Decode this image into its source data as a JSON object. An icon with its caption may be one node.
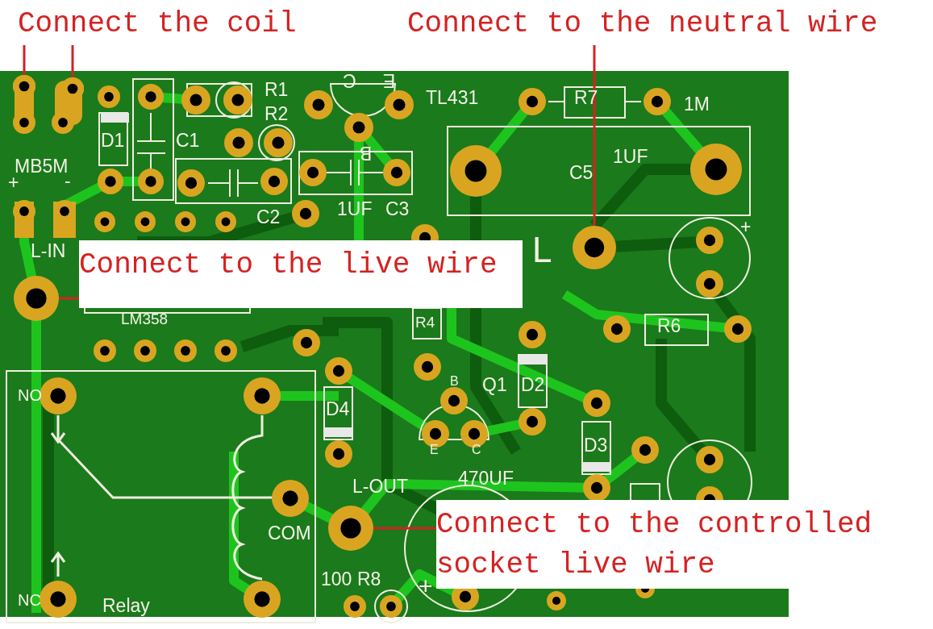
{
  "diagram": {
    "nodes": [
      {
        "text": [
          "Connect the coil"
        ]
      },
      {
        "text": [],
        "shape": "circle"
      },
      {
        "text": [],
        "shape": "circle"
      },
      {
        "text": [
          "Connect to the neutral wire"
        ]
      },
      {
        "text": [],
        "shape": "circle"
      },
      {
        "text": [
          "Connect to the live wire"
        ]
      },
      {
        "text": [],
        "shape": "circle"
      },
      {
        "text": [
          "Connect to the controlled socket live wire"
        ]
      },
      {
        "text": [],
        "shape": "circle"
      }
    ],
    "edges": [
      {
        "from": 0,
        "to": 1,
        "arrow": "none"
      },
      {
        "from": 0,
        "to": 2,
        "arrow": "none"
      },
      {
        "from": 3,
        "to": 4,
        "arrow": "none"
      },
      {
        "from": 5,
        "to": 6,
        "arrow": "none"
      },
      {
        "from": 7,
        "to": 8,
        "arrow": "none"
      }
    ],
    "labels": [
      "C",
      "E",
      "R1",
      "TL431",
      "R7",
      "1M",
      "R2",
      "B",
      "D1",
      "C1",
      "1UF",
      "MB5M",
      "C5",
      "+",
      "-",
      "C2",
      "1UF",
      "C3",
      "L",
      "+",
      "L-IN",
      "LM358",
      "R4",
      "R6",
      "Q1",
      "B",
      "D2",
      "NO",
      "D4",
      "E",
      "C",
      "D3",
      "L-OUT",
      "470UF",
      "COM",
      "+",
      "100",
      "R8",
      "NC",
      "Relay"
    ]
  }
}
